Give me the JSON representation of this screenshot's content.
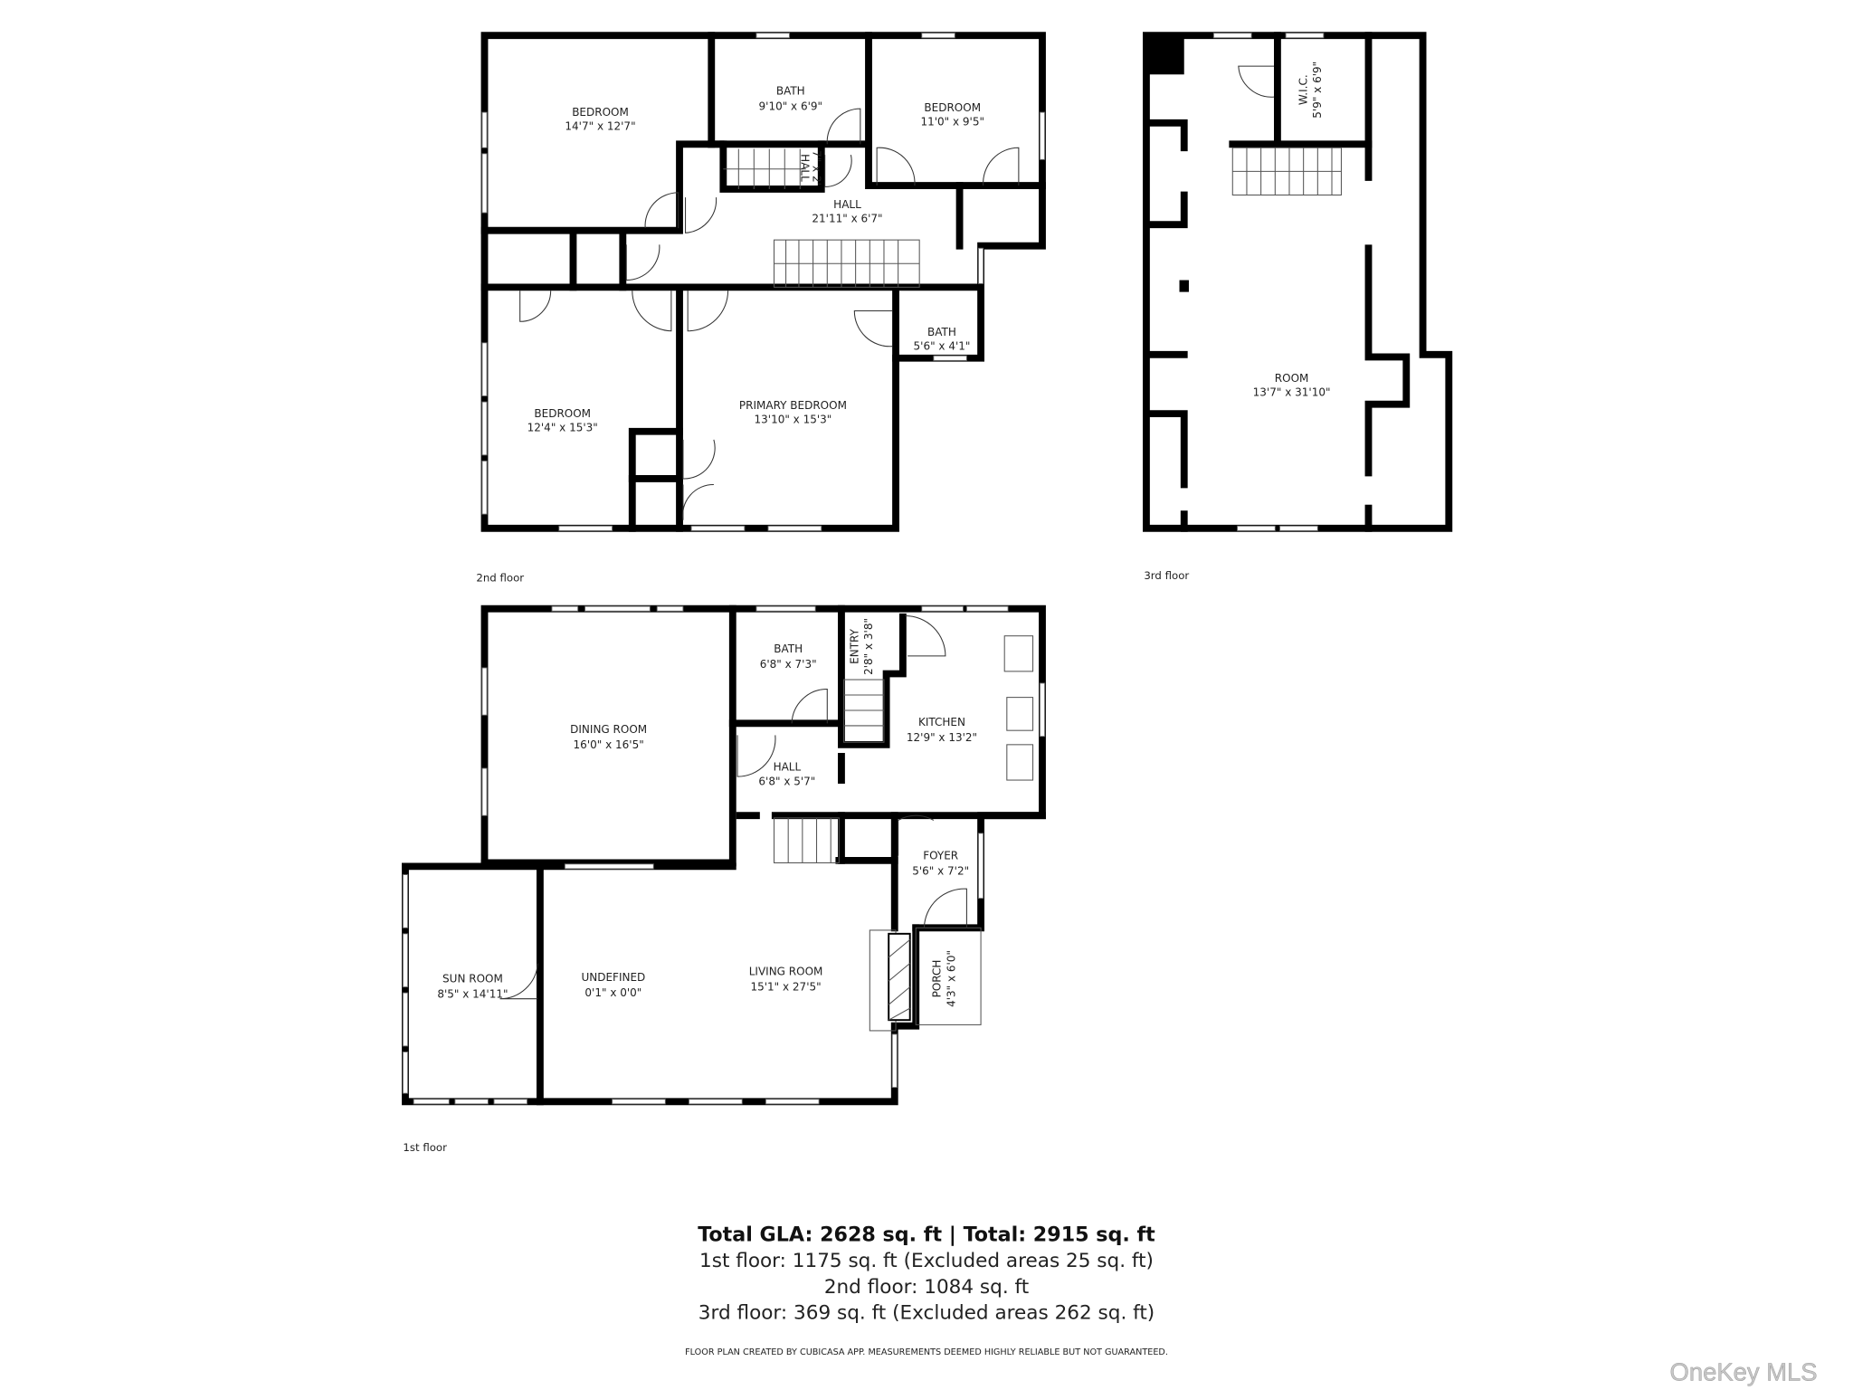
{
  "floors": {
    "second": {
      "label": "2nd floor",
      "rooms": [
        {
          "name": "BEDROOM",
          "dims": "14'7\" x 12'7\""
        },
        {
          "name": "BATH",
          "dims": "9'10\" x 6'9\""
        },
        {
          "name": "BEDROOM",
          "dims": "11'0\" x 9'5\""
        },
        {
          "name": "HALL",
          "dims": "7\" x 2'"
        },
        {
          "name": "HALL",
          "dims": "21'11\" x 6'7\""
        },
        {
          "name": "BATH",
          "dims": "5'6\" x 4'1\""
        },
        {
          "name": "BEDROOM",
          "dims": "12'4\" x 15'3\""
        },
        {
          "name": "PRIMARY BEDROOM",
          "dims": "13'10\" x 15'3\""
        }
      ]
    },
    "third": {
      "label": "3rd floor",
      "rooms": [
        {
          "name": "W.I.C.",
          "dims": "5'9\" x 6'9\""
        },
        {
          "name": "ROOM",
          "dims": "13'7\" x 31'10\""
        }
      ]
    },
    "first": {
      "label": "1st floor",
      "rooms": [
        {
          "name": "DINING ROOM",
          "dims": "16'0\" x 16'5\""
        },
        {
          "name": "BATH",
          "dims": "6'8\" x 7'3\""
        },
        {
          "name": "ENTRY",
          "dims": "2'8\" x 3'8\""
        },
        {
          "name": "KITCHEN",
          "dims": "12'9\" x 13'2\""
        },
        {
          "name": "HALL",
          "dims": "6'8\" x 5'7\""
        },
        {
          "name": "FOYER",
          "dims": "5'6\" x 7'2\""
        },
        {
          "name": "SUN ROOM",
          "dims": "8'5\" x 14'11\""
        },
        {
          "name": "UNDEFINED",
          "dims": "0'1\" x 0'0\""
        },
        {
          "name": "LIVING ROOM",
          "dims": "15'1\" x 27'5\""
        },
        {
          "name": "PORCH",
          "dims": "4'3\" x 6'0\""
        }
      ]
    }
  },
  "summary": {
    "total": "Total GLA: 2628 sq. ft | Total: 2915 sq. ft",
    "first": "1st floor: 1175 sq. ft (Excluded areas 25 sq. ft)",
    "second": "2nd floor: 1084 sq. ft",
    "third": "3rd floor: 369 sq. ft (Excluded areas 262 sq. ft)",
    "disclaimer": "FLOOR PLAN CREATED BY CUBICASA APP. MEASUREMENTS DEEMED HIGHLY RELIABLE BUT NOT GUARANTEED."
  },
  "watermark": "OneKey MLS"
}
